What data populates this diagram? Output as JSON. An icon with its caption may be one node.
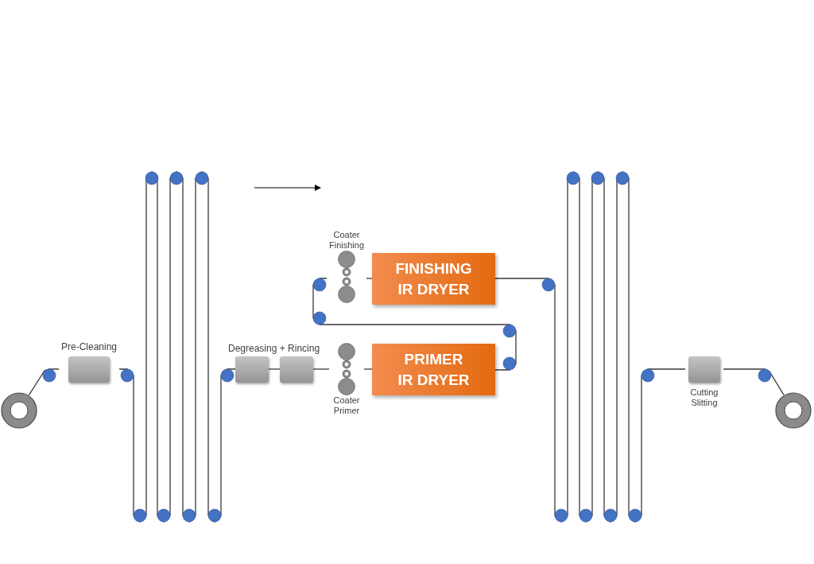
{
  "diagram": {
    "nodes": [
      {
        "text": [],
        "shape": "circle"
      },
      {
        "text": [
          "Pre-Cleaning"
        ]
      },
      {
        "text": [],
        "shape": "box"
      },
      {
        "text": [],
        "shape": "box"
      },
      {
        "text": [
          "Coater Primer"
        ]
      },
      {
        "text": [
          "PRIMER IR DRYER"
        ]
      },
      {
        "text": [
          "Coater Finishing"
        ]
      },
      {
        "text": [
          "FINISHING IR DRYER"
        ]
      },
      {
        "text": [
          "Cutting Slitting"
        ]
      },
      {
        "text": [],
        "shape": "circle"
      }
    ],
    "edges": [
      {
        "from": 0,
        "to": 1,
        "arrow": "none"
      },
      {
        "from": 1,
        "to": 2,
        "arrow": "none"
      },
      {
        "from": 2,
        "to": 3,
        "arrow": "none"
      },
      {
        "from": 3,
        "to": 4,
        "arrow": "none"
      },
      {
        "from": 4,
        "to": 5,
        "arrow": "none"
      },
      {
        "from": 5,
        "to": 6,
        "arrow": "none"
      },
      {
        "from": 6,
        "to": 7,
        "arrow": "none"
      },
      {
        "from": 7,
        "to": 8,
        "arrow": "none"
      },
      {
        "from": 8,
        "to": 9,
        "arrow": "none"
      }
    ],
    "labels": [
      "Degreasing + Rincing"
    ]
  }
}
